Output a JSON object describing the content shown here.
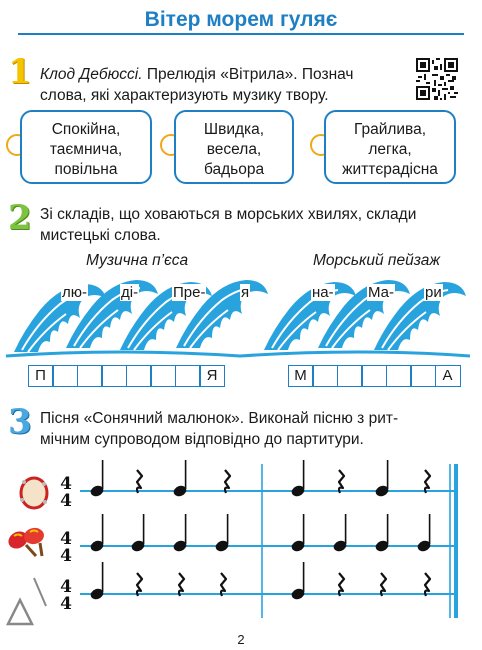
{
  "header": {
    "title": "Вітер морем гуляє"
  },
  "task1": {
    "number": "1",
    "composer": "Клод Дебюссі.",
    "line1_rest": " Прелюдія «Вітрила». Познач",
    "line2": "слова, які характеризують музику твору.",
    "options": [
      {
        "line1": "Спокійна,",
        "line2": "таємнича,",
        "line3": "повільна"
      },
      {
        "line1": "Швидка,",
        "line2": "весела,",
        "line3": "бадьора"
      },
      {
        "line1": "Грайлива,",
        "line2": "легка,",
        "line3": "життєрадісна"
      }
    ]
  },
  "task2": {
    "number": "2",
    "line1": "Зі складів, що ховаються в морських хвилях, склади",
    "line2": "мистецькі слова.",
    "left": {
      "subtitle": "Музична п’єса",
      "syllables": [
        "лю-",
        "ді-",
        "Пре-",
        "я"
      ],
      "cells": [
        "П",
        "",
        "",
        "",
        "",
        "",
        "",
        "Я"
      ]
    },
    "right": {
      "subtitle": "Морський пейзаж",
      "syllables": [
        "на-",
        "Ма-",
        "ри"
      ],
      "cells": [
        "М",
        "",
        "",
        "",
        "",
        "",
        "А"
      ]
    }
  },
  "task3": {
    "number": "3",
    "line1": "Пісня «Сонячний малюнок». Виконай пісню з рит-",
    "line2": "мічним супроводом відповідно до партитури.",
    "instruments": [
      "tambourine-icon",
      "maracas-icon",
      "triangle-icon"
    ],
    "time_signature": {
      "top": "4",
      "bottom": "4"
    }
  },
  "footer": {
    "page_number": "2"
  },
  "colors": {
    "accent": "#1f7fc4",
    "circle": "#f0a818",
    "wave": "#29a3de"
  }
}
